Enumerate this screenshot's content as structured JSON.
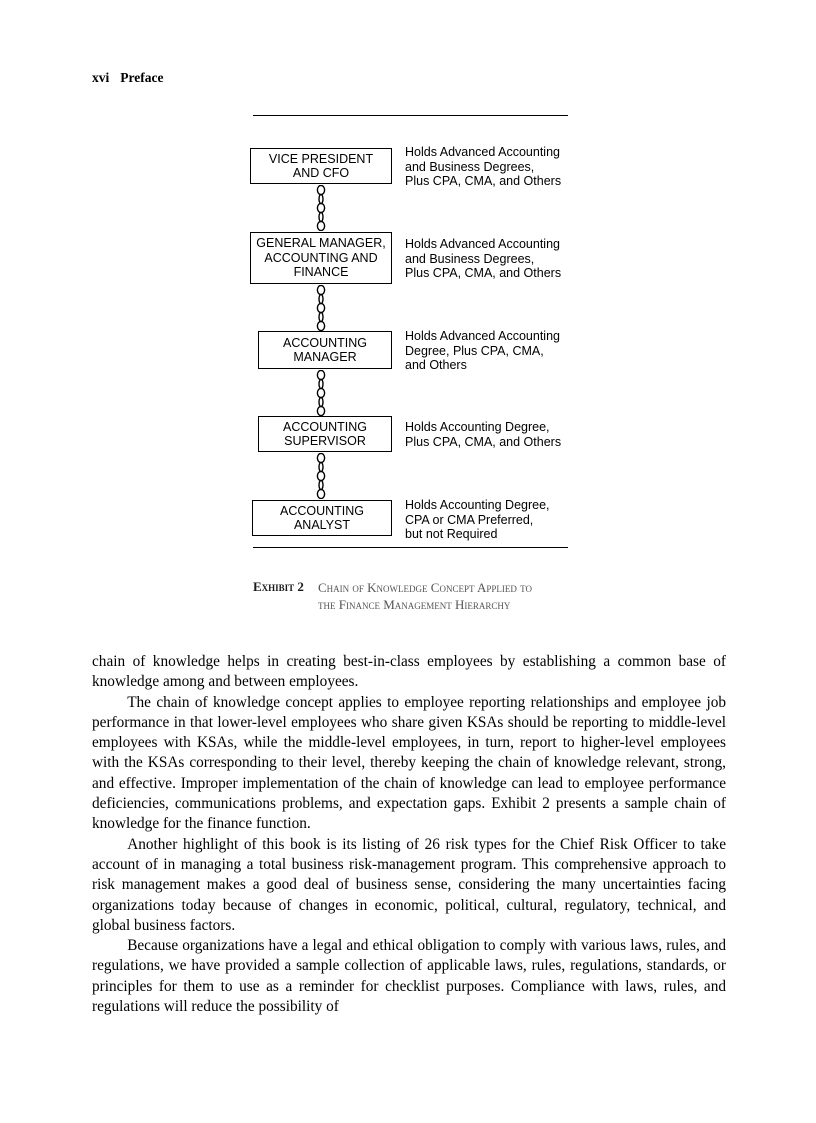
{
  "header": {
    "page_number": "xvi",
    "title": "Preface"
  },
  "diagram": {
    "nodes": [
      {
        "label": "VICE PRESIDENT\nAND CFO",
        "description": "Holds Advanced Accounting\nand Business Degrees,\nPlus CPA, CMA, and Others"
      },
      {
        "label": "GENERAL MANAGER,\nACCOUNTING AND\nFINANCE",
        "description": "Holds Advanced Accounting\nand Business Degrees,\nPlus CPA, CMA, and Others"
      },
      {
        "label": "ACCOUNTING\nMANAGER",
        "description": "Holds Advanced Accounting\nDegree, Plus CPA, CMA,\nand Others"
      },
      {
        "label": "ACCOUNTING\nSUPERVISOR",
        "description": "Holds Accounting Degree,\nPlus CPA, CMA, and Others"
      },
      {
        "label": "ACCOUNTING\nANALYST",
        "description": "Holds Accounting Degree,\nCPA or CMA Preferred,\nbut not Required"
      }
    ],
    "caption": {
      "label": "Exhibit 2",
      "text": "Chain of Knowledge Concept Applied to\nthe Finance Management Hierarchy"
    }
  },
  "body": {
    "paragraphs": [
      "chain of knowledge helps in creating best-in-class employees by establishing a common base of knowledge among and between employees.",
      "The chain of knowledge concept applies to employee reporting relationships and employee job performance in that lower-level employees who share given KSAs should be reporting to middle-level employees with KSAs, while the middle-level employees, in turn, report to higher-level employees with the KSAs corresponding to their level, thereby keeping the chain of knowledge relevant, strong, and effective. Improper implementation of the chain of knowledge can lead to employee performance deficiencies, communications problems, and expectation gaps. Exhibit 2 presents a sample chain of knowledge for the finance function.",
      "Another highlight of this book is its listing of 26 risk types for the Chief Risk Officer to take account of in managing a total business risk-management program. This comprehensive approach to risk management makes a good deal of business sense, considering the many uncertainties facing organizations today because of changes in economic, political, cultural, regulatory, technical, and global business factors.",
      "Because organizations have a legal and ethical obligation to comply with various laws, rules, and regulations, we have provided a sample collection of applicable laws, rules, regulations, standards, or principles for them to use as a reminder for checklist purposes. Compliance with laws, rules, and regulations will reduce the possibility of"
    ]
  }
}
